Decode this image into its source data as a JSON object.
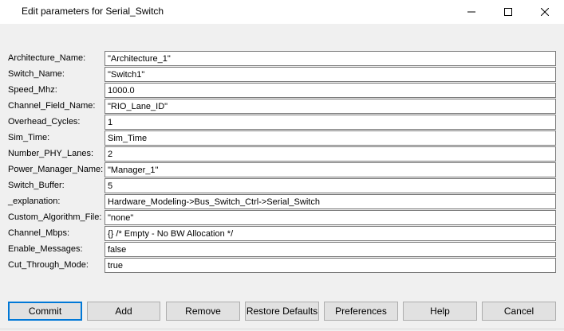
{
  "window": {
    "title": "Edit parameters for Serial_Switch"
  },
  "icons": {
    "minimize": "minimize-icon",
    "maximize": "maximize-icon",
    "close": "close-icon"
  },
  "params": [
    {
      "label": "Architecture_Name:",
      "value": "\"Architecture_1\""
    },
    {
      "label": "Switch_Name:",
      "value": "\"Switch1\""
    },
    {
      "label": "Speed_Mhz:",
      "value": "1000.0"
    },
    {
      "label": "Channel_Field_Name:",
      "value": "\"RIO_Lane_ID\""
    },
    {
      "label": "Overhead_Cycles:",
      "value": "1"
    },
    {
      "label": "Sim_Time:",
      "value": "Sim_Time"
    },
    {
      "label": "Number_PHY_Lanes:",
      "value": "2"
    },
    {
      "label": "Power_Manager_Name:",
      "value": "\"Manager_1\""
    },
    {
      "label": "Switch_Buffer:",
      "value": "5"
    },
    {
      "label": "_explanation:",
      "value": "Hardware_Modeling->Bus_Switch_Ctrl->Serial_Switch"
    },
    {
      "label": "Custom_Algorithm_File:",
      "value": "\"none\""
    },
    {
      "label": "Channel_Mbps:",
      "value": "{} /* Empty - No BW Allocation */"
    },
    {
      "label": "Enable_Messages:",
      "value": "false"
    },
    {
      "label": "Cut_Through_Mode:",
      "value": "true"
    }
  ],
  "buttons": {
    "commit": "Commit",
    "add": "Add",
    "remove": "Remove",
    "restore_defaults": "Restore Defaults",
    "preferences": "Preferences",
    "help": "Help",
    "cancel": "Cancel"
  }
}
